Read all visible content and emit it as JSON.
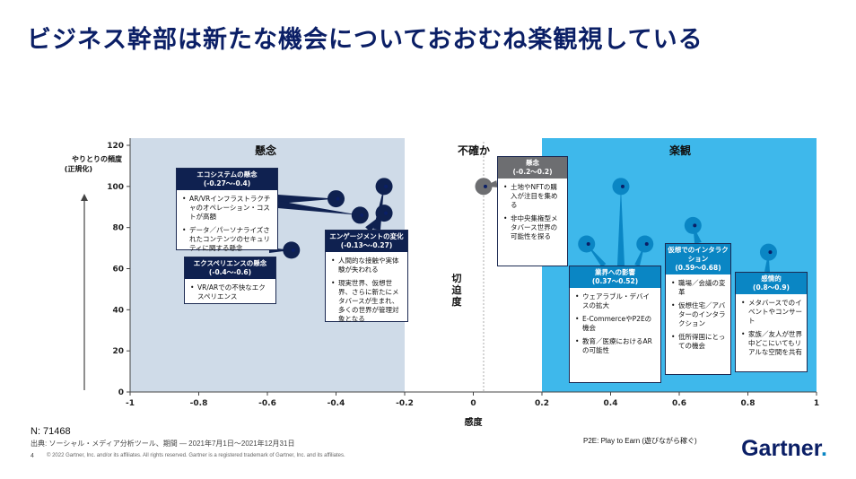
{
  "page": {
    "title": "ビジネス幹部は新たな機会についておおむね楽観視している",
    "n_label": "N: 71468",
    "source": "出典: ソーシャル・メディア分析ツール、期間 — 2021年7月1日～2021年12月31日",
    "page_number": "4",
    "copyright": "© 2022 Gartner, Inc. and/or its affiliates. All rights reserved. Gartner is a registered trademark of Gartner, Inc. and its affiliates.",
    "p2e_note": "P2E: Play to Earn (遊びながら稼ぐ)",
    "logo": "Gartner"
  },
  "chart_data": {
    "type": "scatter",
    "xlabel": "感度",
    "ylabel": "やりとりの頻度\n(正規化)",
    "center_label": "切迫度",
    "xlim": [
      -1,
      1
    ],
    "ylim": [
      0,
      120
    ],
    "xticks": [
      -1,
      -0.8,
      -0.6,
      -0.4,
      -0.2,
      0,
      0.2,
      0.4,
      0.6,
      0.8,
      1
    ],
    "xtick_labels": [
      "-1",
      "-0.8",
      "-0.6",
      "-0.4",
      "-0.2",
      "0",
      "0.2",
      "0.4",
      "0.6",
      "0.8",
      "1"
    ],
    "yticks": [
      0,
      20,
      40,
      60,
      80,
      100,
      120
    ],
    "ytick_labels": [
      "0",
      "20",
      "40",
      "60",
      "80",
      "100",
      "120"
    ],
    "colors": {
      "concern_bg": "#cfdbe8",
      "optimism_bg": "#3eb8eb",
      "navy": "#0f2150",
      "teal": "#0a86c4",
      "gray": "#6d6e71"
    },
    "regions": [
      {
        "name": "懸念",
        "x": [
          -1,
          -0.2
        ]
      },
      {
        "name": "不確か",
        "x": [
          -0.2,
          0.2
        ]
      },
      {
        "name": "楽観",
        "x": [
          0.2,
          1
        ]
      }
    ],
    "points": [
      {
        "x": -0.53,
        "y": 69,
        "group": "concern"
      },
      {
        "x": -0.4,
        "y": 94,
        "group": "concern"
      },
      {
        "x": -0.33,
        "y": 86,
        "group": "concern"
      },
      {
        "x": -0.26,
        "y": 100,
        "group": "concern"
      },
      {
        "x": -0.26,
        "y": 87,
        "group": "concern"
      },
      {
        "x": 0.03,
        "y": 100,
        "group": "uncertain"
      },
      {
        "x": 0.33,
        "y": 72,
        "group": "optimism"
      },
      {
        "x": 0.43,
        "y": 100,
        "group": "optimism"
      },
      {
        "x": 0.5,
        "y": 72,
        "group": "optimism"
      },
      {
        "x": 0.64,
        "y": 81,
        "group": "optimism"
      },
      {
        "x": 0.86,
        "y": 68,
        "group": "optimism"
      }
    ],
    "callouts": [
      {
        "title": "エコシステムの懸念",
        "range": "(-0.27〜-0.4)",
        "items": [
          "AR/VRインフラストラクチャのオペレーション・コストが高額",
          "データ／パーソナライズされたコンテンツのセキュリティに関する懸念"
        ]
      },
      {
        "title": "エクスペリエンスの懸念",
        "range": "(-0.4〜-0.6)",
        "items": [
          "VR/ARでの不快なエクスペリエンス"
        ]
      },
      {
        "title": "エンゲージメントの変化",
        "range": "(-0.13〜-0.27)",
        "items": [
          "人間的な接触や実体験が失われる",
          "現実世界、仮想世界、さらに新たにメタバースが生まれ、多くの世界が管理対象となる"
        ]
      },
      {
        "title": "懸念",
        "range": "(-0.2〜0.2)",
        "items": [
          "土地やNFTの購入が注目を集める",
          "非中央集権型メタバース世界の可能性を探る"
        ]
      },
      {
        "title": "業界への影響",
        "range": "(0.37〜0.52)",
        "items": [
          "ウェアラブル・デバイスの拡大",
          "E-CommerceやP2Eの機会",
          "教育／医療におけるARの可能性"
        ]
      },
      {
        "title": "仮想でのインタラクション",
        "range": "(0.59〜0.68)",
        "items": [
          "職場／会議の変革",
          "仮想住宅／アバターのインタラクション",
          "低所得国にとっての機会"
        ]
      },
      {
        "title": "感情的",
        "range": "(0.8〜0.9)",
        "items": [
          "メタバースでのイベントやコンサート",
          "家族／友人が世界中どこにいてもリアルな空間を共有"
        ]
      }
    ]
  }
}
